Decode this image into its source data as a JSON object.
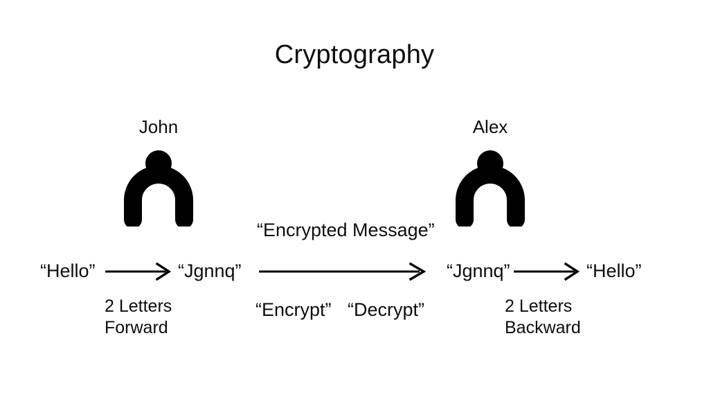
{
  "slide": {
    "title": "Cryptography",
    "background_color": "#ffffff",
    "text_color": "#0d0d0d"
  },
  "sender": {
    "name": "John",
    "icon": "person-icon",
    "plaintext": "“Hello”",
    "ciphertext": "“Jgnnq”",
    "arrow": "right-arrow",
    "caption_line1": "2 Letters",
    "caption_line2": "Forward"
  },
  "channel": {
    "label": "“Encrypted Message”",
    "arrow": "right-arrow",
    "encrypt_label": "“Encrypt”",
    "decrypt_label": "“Decrypt”"
  },
  "receiver": {
    "name": "Alex",
    "icon": "person-icon",
    "ciphertext": "“Jgnnq”",
    "plaintext": "“Hello”",
    "arrow": "right-arrow",
    "caption_line1": "2 Letters",
    "caption_line2": "Backward"
  }
}
